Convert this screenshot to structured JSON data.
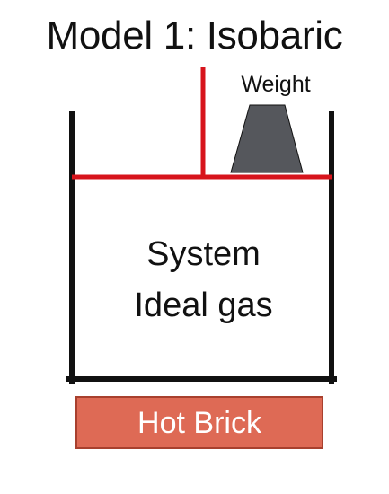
{
  "title": "Model 1: Isobaric",
  "weight": {
    "label": "Weight",
    "color": "#55575c"
  },
  "system": {
    "line1": "System",
    "line2": "Ideal gas"
  },
  "heat_source": {
    "label": "Hot Brick",
    "color": "#de6a55"
  },
  "colors": {
    "piston": "#d7141c",
    "cylinder": "#111111"
  }
}
